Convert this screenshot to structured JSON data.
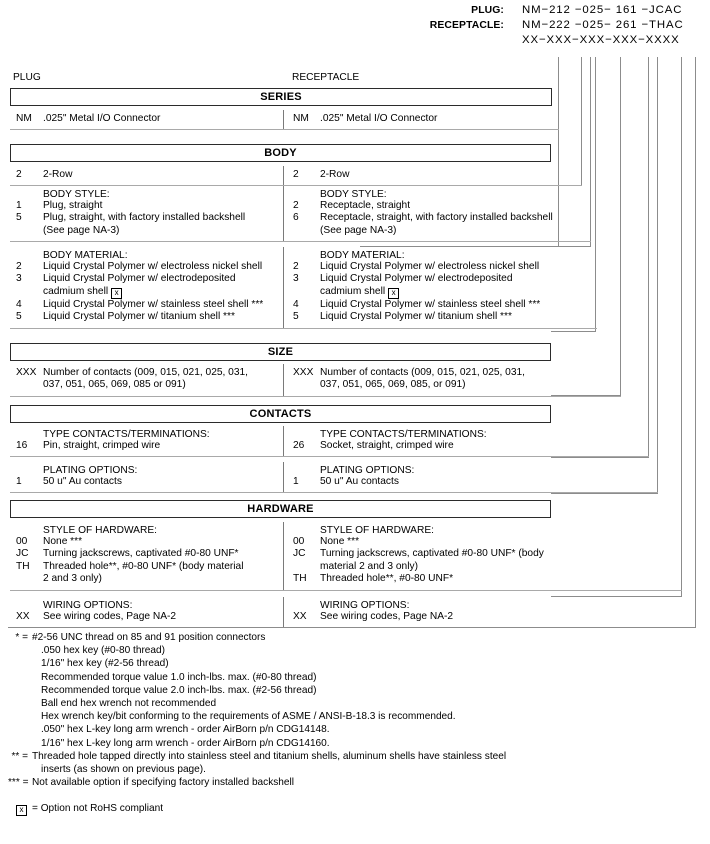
{
  "header": {
    "plug_label": "PLUG:",
    "plug_value": "NM−212 −025− 161 −JCAC",
    "receptacle_label": "RECEPTACLE:",
    "receptacle_value": "NM−222 −025− 261 −THAC",
    "mask": "XX−XXX−XXX−XXX−XXXX"
  },
  "columns": {
    "plug_caption": "PLUG",
    "receptacle_caption": "RECEPTACLE"
  },
  "bands": {
    "series": "SERIES",
    "body": "BODY",
    "size": "SIZE",
    "contacts": "CONTACTS",
    "hardware": "HARDWARE"
  },
  "series": {
    "left": {
      "code": "NM",
      "desc": ".025\" Metal I/O Connector"
    },
    "right": {
      "code": "NM",
      "desc": ".025\" Metal I/O Connector"
    }
  },
  "body_row": {
    "left": {
      "code": "2",
      "desc": "2-Row"
    },
    "right": {
      "code": "2",
      "desc": "2-Row"
    }
  },
  "body_style": {
    "title": "BODY STYLE:",
    "left": [
      {
        "code": "1",
        "desc": "Plug, straight",
        "cont": ""
      },
      {
        "code": "5",
        "desc": "Plug, straight, with factory installed backshell",
        "cont": "(See page NA-3)"
      }
    ],
    "right": [
      {
        "code": "2",
        "desc": "Receptacle, straight",
        "cont": ""
      },
      {
        "code": "6",
        "desc": "Receptacle, straight, with factory installed backshell",
        "cont": "(See page NA-3)"
      }
    ]
  },
  "body_material": {
    "title": "BODY MATERIAL:",
    "left": [
      {
        "code": "2",
        "desc": "Liquid Crystal Polymer w/ electroless nickel shell",
        "cont": "",
        "box": false
      },
      {
        "code": "3",
        "desc": "Liquid Crystal Polymer w/ electrodeposited",
        "cont": "cadmium shell",
        "box": true
      },
      {
        "code": "4",
        "desc": "Liquid Crystal Polymer w/ stainless steel shell ***",
        "cont": "",
        "box": false
      },
      {
        "code": "5",
        "desc": "Liquid Crystal Polymer w/ titanium shell ***",
        "cont": "",
        "box": false
      }
    ],
    "right": [
      {
        "code": "2",
        "desc": "Liquid Crystal Polymer w/ electroless nickel shell",
        "cont": "",
        "box": false
      },
      {
        "code": "3",
        "desc": "Liquid Crystal Polymer w/ electrodeposited",
        "cont": "cadmium shell",
        "box": true
      },
      {
        "code": "4",
        "desc": "Liquid Crystal Polymer w/ stainless steel shell ***",
        "cont": "",
        "box": false
      },
      {
        "code": "5",
        "desc": "Liquid Crystal Polymer w/ titanium shell ***",
        "cont": "",
        "box": false
      }
    ]
  },
  "size_row": {
    "left": {
      "code": "XXX",
      "desc": "Number of contacts (009, 015, 021, 025, 031,",
      "cont": "037, 051, 065, 069, 085 or 091)"
    },
    "right": {
      "code": "XXX",
      "desc": "Number of contacts (009, 015, 021, 025, 031,",
      "cont": "037, 051, 065, 069, 085, or 091)"
    }
  },
  "contacts_type": {
    "title": "TYPE CONTACTS/TERMINATIONS:",
    "left": {
      "code": "16",
      "desc": "Pin, straight, crimped wire"
    },
    "right": {
      "code": "26",
      "desc": "Socket, straight, crimped wire"
    }
  },
  "plating": {
    "title": "PLATING OPTIONS:",
    "left": {
      "code": "1",
      "desc": "50 u\" Au contacts"
    },
    "right": {
      "code": "1",
      "desc": "50 u\" Au contacts"
    }
  },
  "hardware_style": {
    "title": "STYLE OF HARDWARE:",
    "left": [
      {
        "code": "00",
        "desc": "None ***",
        "cont": ""
      },
      {
        "code": "JC",
        "desc": "Turning jackscrews, captivated #0-80 UNF*",
        "cont": ""
      },
      {
        "code": "TH",
        "desc": "Threaded hole**, #0-80 UNF* (body material",
        "cont": "2 and 3 only)"
      }
    ],
    "right": [
      {
        "code": "00",
        "desc": "None ***",
        "cont": ""
      },
      {
        "code": "JC",
        "desc": "Turning jackscrews, captivated #0-80 UNF* (body",
        "cont": "material 2 and 3 only)"
      },
      {
        "code": "TH",
        "desc": "Threaded hole**, #0-80 UNF*",
        "cont": ""
      }
    ]
  },
  "wiring": {
    "title": "WIRING OPTIONS:",
    "left": {
      "code": "XX",
      "desc": "See wiring codes, Page NA-2"
    },
    "right": {
      "code": "XX",
      "desc": "See wiring codes, Page NA-2"
    }
  },
  "footnotes": {
    "star_sym": "* =",
    "star_first": "#2-56 UNC thread on 85 and 91 position connectors",
    "star_rest": [
      ".050 hex key (#0-80 thread)",
      "1/16\" hex key (#2-56 thread)",
      "Recommended torque value 1.0 inch-lbs. max. (#0-80 thread)",
      "Recommended torque value 2.0 inch-lbs. max. (#2-56 thread)",
      "Ball end hex wrench not recommended",
      "Hex wrench key/bit conforming to the requirements of ASME / ANSI-B-18.3 is recommended.",
      ".050\" hex L-key long arm wrench - order AirBorn p/n CDG14148.",
      "1/16\" hex L-key long arm wrench - order AirBorn p/n CDG14160."
    ],
    "dstar_sym": "** =",
    "dstar_first": "Threaded hole tapped directly into stainless steel and titanium shells, aluminum shells have stainless steel",
    "dstar_cont": "inserts (as shown on previous page).",
    "tstar_sym": "*** =",
    "tstar_text": "Not available option if specifying factory installed backshell",
    "rohs_box": "x",
    "rohs_text": "= Option not RoHS compliant"
  }
}
